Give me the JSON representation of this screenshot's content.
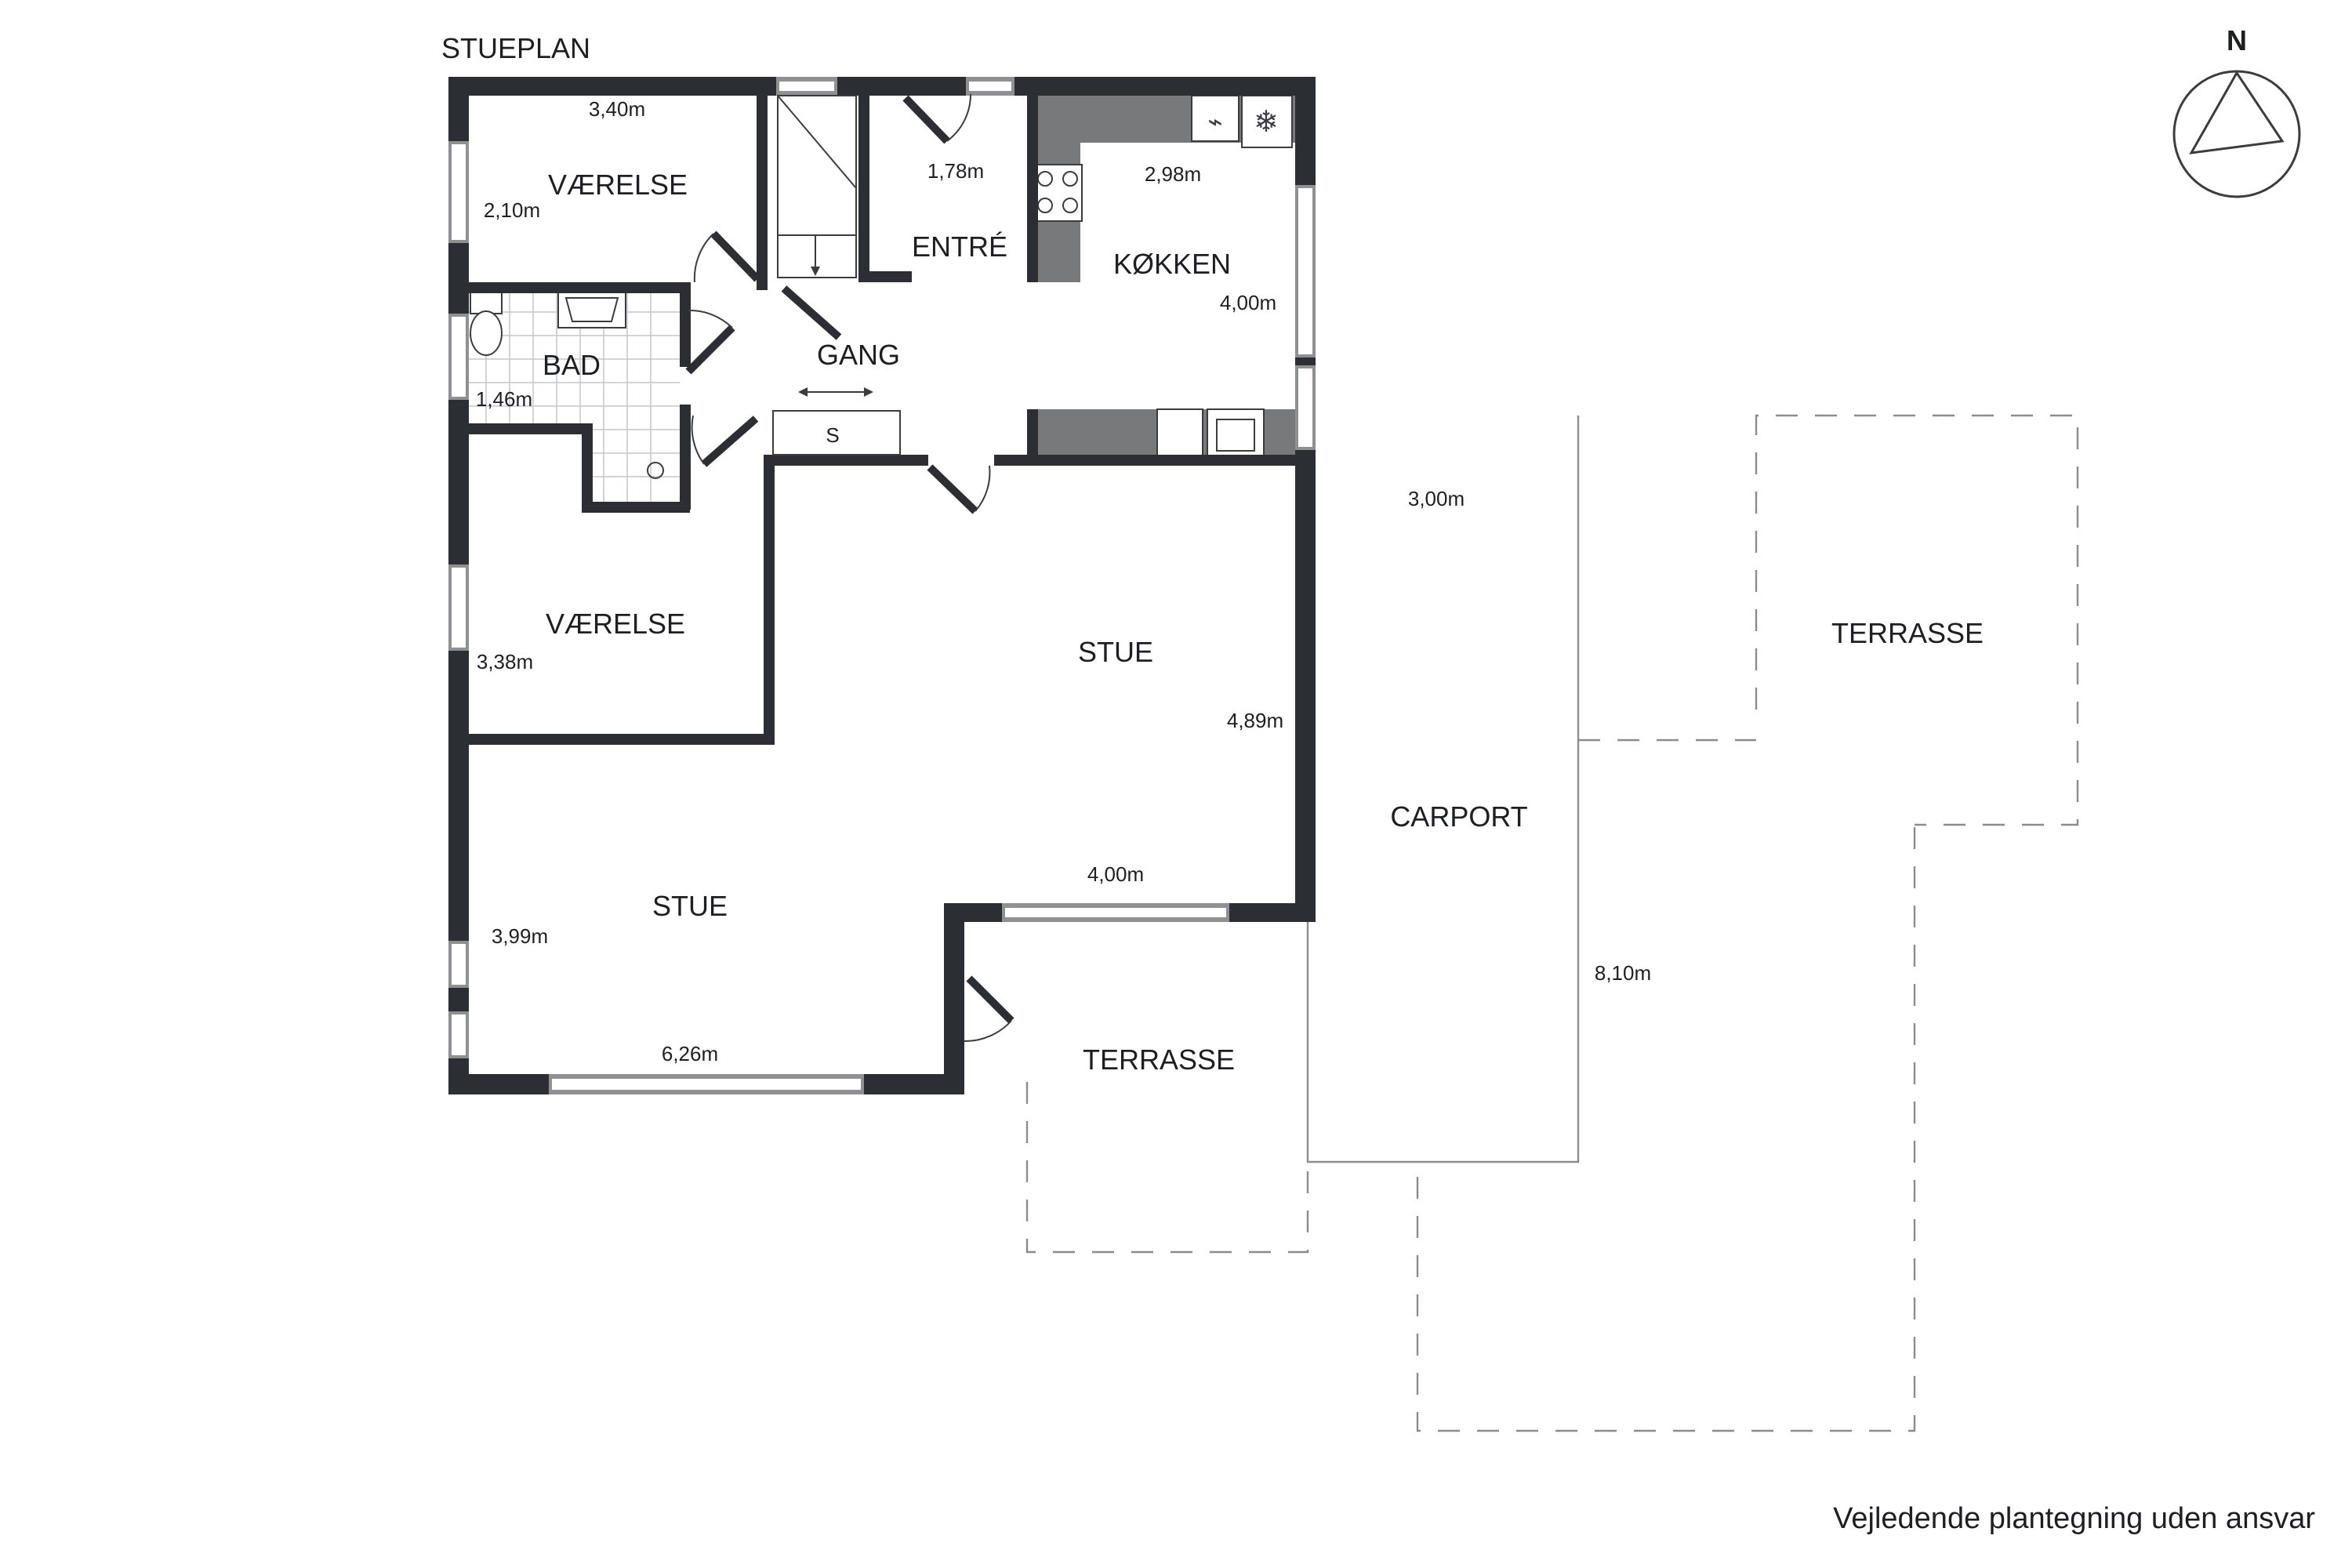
{
  "header": {
    "title": "STUEPLAN"
  },
  "compass": {
    "label": "N",
    "icon": "north-arrow-icon"
  },
  "rooms": {
    "vaerelse_1": "VÆRELSE",
    "bad": "BAD",
    "gang": "GANG",
    "entre": "ENTRÉ",
    "koekken": "KØKKEN",
    "vaerelse_2": "VÆRELSE",
    "stue_1": "STUE",
    "stue_2": "STUE",
    "terrasse_1": "TERRASSE",
    "terrasse_2": "TERRASSE",
    "carport": "CARPORT",
    "skab": "S"
  },
  "measurements": {
    "vaerelse_1_width": "3,40m",
    "vaerelse_1_depth": "2,10m",
    "bad": "1,46m",
    "entre": "1,78m",
    "koekken_width": "2,98m",
    "koekken_depth": "4,00m",
    "vaerelse_2": "3,38m",
    "stue_1_depth": "4,89m",
    "stue_1_width": "4,00m",
    "stue_2_depth": "3,99m",
    "stue_2_width": "6,26m",
    "carport_width": "3,00m",
    "carport_depth": "8,10m"
  },
  "footer": {
    "disclaimer": "Vejledende plantegning uden ansvar"
  },
  "colors": {
    "wall": "#2b2e33",
    "counter": "#77797b",
    "window": "#8e9092",
    "outline": "#8a8c8e"
  }
}
